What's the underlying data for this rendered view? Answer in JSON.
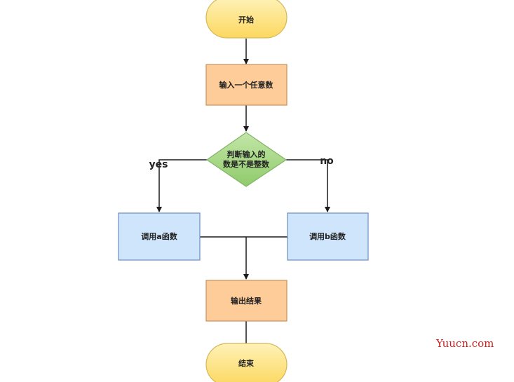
{
  "nodes": {
    "start": "开始",
    "input": "输入一个任意数",
    "decision_line1": "判断输入的",
    "decision_line2": "数是不是整数",
    "call_a": "调用a函数",
    "call_b": "调用b函数",
    "output": "输出结果",
    "end": "结束"
  },
  "edges": {
    "yes_label": "yes",
    "no_label": "no"
  },
  "watermark": "Yuucn.com",
  "colors": {
    "terminal_fill": "#ffe38b",
    "terminal_stroke": "#d6b656",
    "process_fill": "#fdcc99",
    "process_stroke": "#c8915a",
    "decision_fill": "#a7d88c",
    "decision_stroke": "#82b366",
    "call_fill": "#cfe5fb",
    "call_stroke": "#6c8ebf",
    "line": "#1a1a1a"
  }
}
